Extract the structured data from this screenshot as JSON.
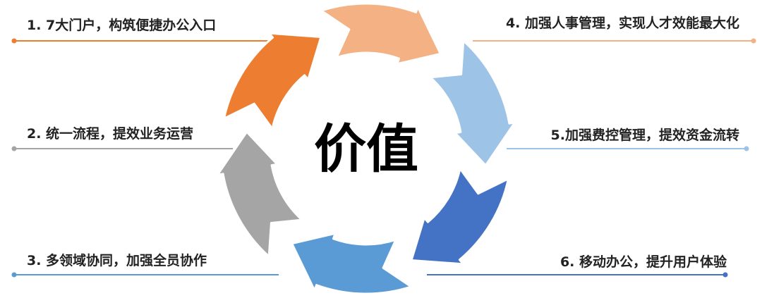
{
  "center_label": "价值",
  "items": [
    {
      "text": "1. 7大门户，构筑便捷办公入口",
      "color": "#ED7D31"
    },
    {
      "text": "2. 统一流程，提效业务运营",
      "color": "#A5A5A5"
    },
    {
      "text": "3. 多领域协同，加强全员协作",
      "color": "#5B9BD5"
    },
    {
      "text": "4. 加强人事管理，实现人才效能最大化",
      "color": "#F4B183"
    },
    {
      "text": "5.加强费控管理，提效资金流转",
      "color": "#9DC3E6"
    },
    {
      "text": "6. 移动办公，提升用户体验",
      "color": "#4472C4"
    }
  ]
}
